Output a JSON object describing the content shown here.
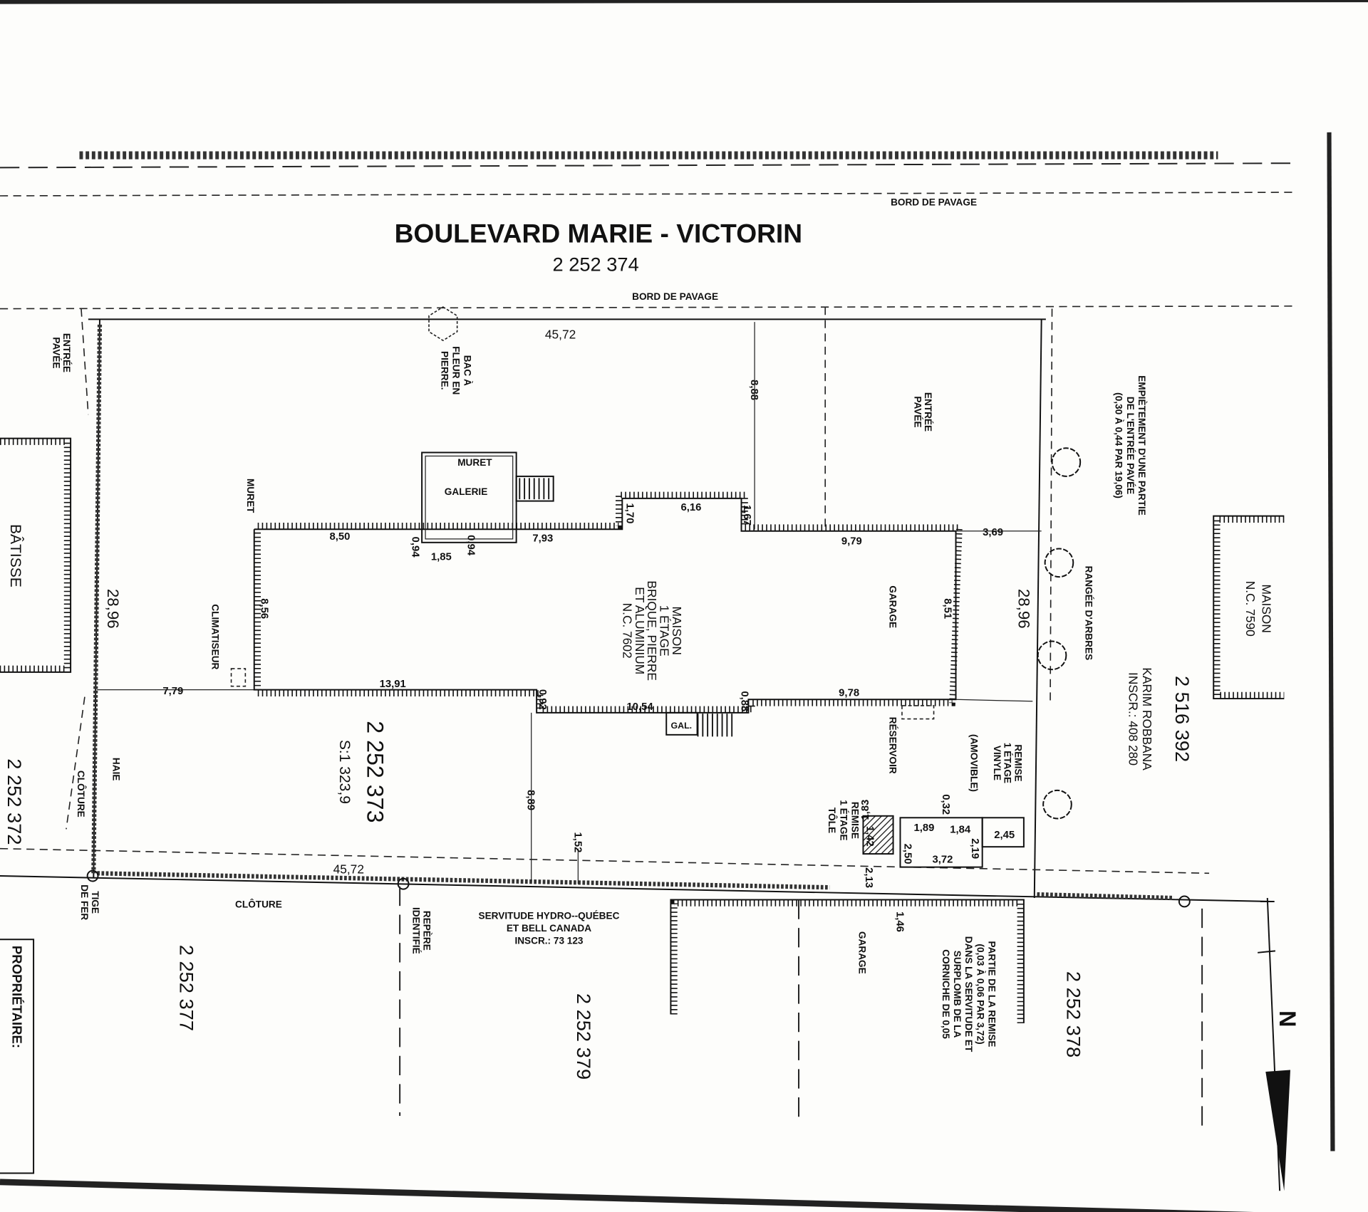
{
  "road": {
    "name": "BOULEVARD  MARIE - VICTORIN",
    "lot": "2  252  374",
    "edge_top": "BORD  DE  PAVAGE",
    "edge_bottom": "BORD  DE  PAVAGE"
  },
  "subject_lot": {
    "number": "2 252 373",
    "area": "S:1  323,9"
  },
  "neighbours": {
    "left": "2  252  372",
    "bottom_left": "2  252  377",
    "bottom_mid": "2  252  379",
    "bottom_right": "2  252  378",
    "right_lot": "2  516  392",
    "right_owner": "KARIM  ROBBANA",
    "right_inscr": "INSCR.:  408  280",
    "right_house": [
      "MAISON",
      "N.C.  7590"
    ],
    "left_building": "BÂTISSE",
    "bottom_garage": "GARAGE"
  },
  "house": {
    "lines": [
      "MAISON",
      "1  ÉTAGE",
      "BRIQUE,  PIERRE",
      "ET  ALUMINIUM",
      "N.C.  7602"
    ],
    "garage": "GARAGE",
    "galerie": "GALERIE",
    "muret": "MURET",
    "gal": "GAL."
  },
  "labels": {
    "entree_left": [
      "ENTRÉE",
      "PAVÉE"
    ],
    "entree_right": [
      "ENTRÉE",
      "PAVÉE"
    ],
    "bac": [
      "BAC À",
      "FLEUR EN",
      "PIERRE."
    ],
    "muret": "MURET",
    "climatiseur": "CLIMATISEUR",
    "rangee": "RANGÉE  D'ARBRES",
    "empietement": [
      "EMPIÈTEMENT  D'UNE  PARTIE",
      "DE  L'ENTRÉE  PAVÉE",
      "(0,30  À  0,44  PAR  19,06)"
    ],
    "reservoir": "RÉSERVOIR",
    "remise_vinyle": [
      "REMISE",
      "1  ÉTAGE",
      "VINYLE",
      "(AMOVIBLE)"
    ],
    "remise_tole": [
      "REMISE",
      "1  ÉTAGE",
      "TÔLE"
    ],
    "haie": "HAIE",
    "cloture_v": "CLÔTURE",
    "cloture_h": "CLÔTURE",
    "tige": [
      "TIGE",
      "DE FER"
    ],
    "repere": [
      "REPÈRE",
      "IDENTIFIÉ"
    ],
    "servitude": [
      "SERVITUDE  HYDRO--QUÉBEC",
      "ET  BELL  CANADA",
      "INSCR.:  73  123"
    ],
    "partie_remise": [
      "PARTIE  DE  LA  REMISE",
      "(0,03  À  0,06  PAR  3,72)",
      "DANS  LA  SERVITUDE  ET",
      "SURPLOMB  DE  LA",
      "CORNICHE  DE  0,05"
    ],
    "proprietaire": "PROPRIÉTAIRE:"
  },
  "dimensions": {
    "front": "45,72",
    "rear": "45,72",
    "left_side": "28,96",
    "right_side": "28,96",
    "d_7_79": "7,79",
    "d_8_56": "8,56",
    "d_8_50": "8,50",
    "d_0_94a": "0,94",
    "d_1_85": "1,85",
    "d_0_94b": "0,94",
    "d_7_93": "7,93",
    "d_1_70": "1,70",
    "d_6_16": "6,16",
    "d_1_67": "1,67",
    "d_8_88": "8,88",
    "d_9_79": "9,79",
    "d_3_69": "3,69",
    "d_8_51": "8,51",
    "d_13_91": "13,91",
    "d_0_92": "0,92",
    "d_10_54": "10,54",
    "d_0_88": "0,88",
    "d_9_78": "9,78",
    "d_8_89": "8,89",
    "d_1_52": "1,52",
    "d_0_32": "0,32",
    "d_1_83": "1,83",
    "d_1_42": "1,42",
    "d_1_89": "1,89",
    "d_1_84": "1,84",
    "d_2_19": "2,19",
    "d_2_45": "2,45",
    "d_2_50": "2,50",
    "d_3_72": "3,72",
    "d_2_13": "2,13",
    "d_1_46": "1,46"
  },
  "north": "N"
}
